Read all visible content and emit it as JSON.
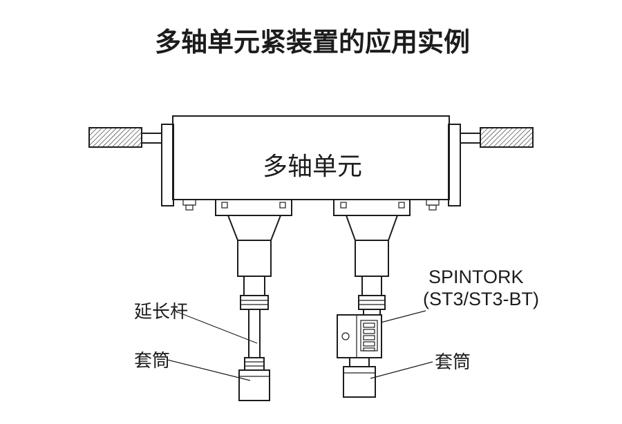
{
  "title": "多轴单元紧装置的应用实例",
  "diagram": {
    "body_label": "多轴单元",
    "labels": {
      "extension_rod": "延长杆",
      "socket_left": "套筒",
      "socket_right": "套筒",
      "spintork_name": "SPINTORK",
      "spintork_model": "(ST3/ST3-BT)"
    },
    "colors": {
      "line": "#1c1c1c",
      "background": "#ffffff"
    }
  }
}
